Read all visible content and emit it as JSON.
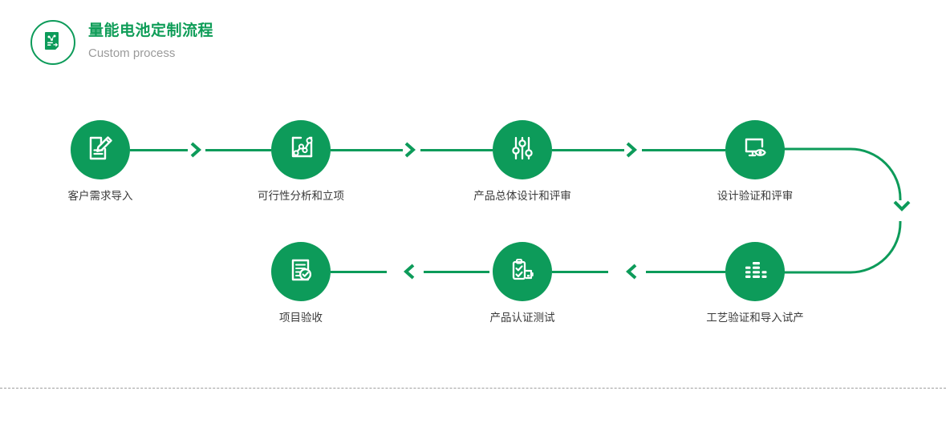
{
  "header": {
    "icon": "process-document-icon",
    "title": "量能电池定制流程",
    "subtitle": "Custom process",
    "accent_color": "#0f9d58"
  },
  "theme": {
    "green": "#0d9b5a",
    "label_color": "#3a3a3a",
    "subtitle_color": "#9a9a9a",
    "divider_color": "#9e9e9e",
    "background": "#ffffff"
  },
  "flow": {
    "rows": [
      {
        "direction": "left-to-right",
        "nodes": [
          {
            "label": "客户需求导入",
            "icon": "document-pencil-icon"
          },
          {
            "label": "可行性分析和立项",
            "icon": "line-chart-icon"
          },
          {
            "label": "产品总体设计和评审",
            "icon": "sliders-icon"
          },
          {
            "label": "设计验证和评审",
            "icon": "monitor-eye-icon"
          }
        ],
        "arrows": [
          "chevron-right-icon",
          "chevron-right-icon",
          "chevron-right-icon"
        ]
      },
      {
        "direction": "right-to-left",
        "nodes": [
          {
            "label": "项目验收",
            "icon": "document-check-seal-icon"
          },
          {
            "label": "产品认证测试",
            "icon": "clipboard-check-battery-icon"
          },
          {
            "label": "工艺验证和导入试产",
            "icon": "bar-chart-icon"
          }
        ],
        "arrows": [
          "chevron-left-icon",
          "chevron-left-icon"
        ]
      }
    ],
    "turnaround": {
      "icon": "chevron-down-icon",
      "description": "u-turn-connector"
    }
  },
  "divider": {
    "style": "dashed"
  }
}
